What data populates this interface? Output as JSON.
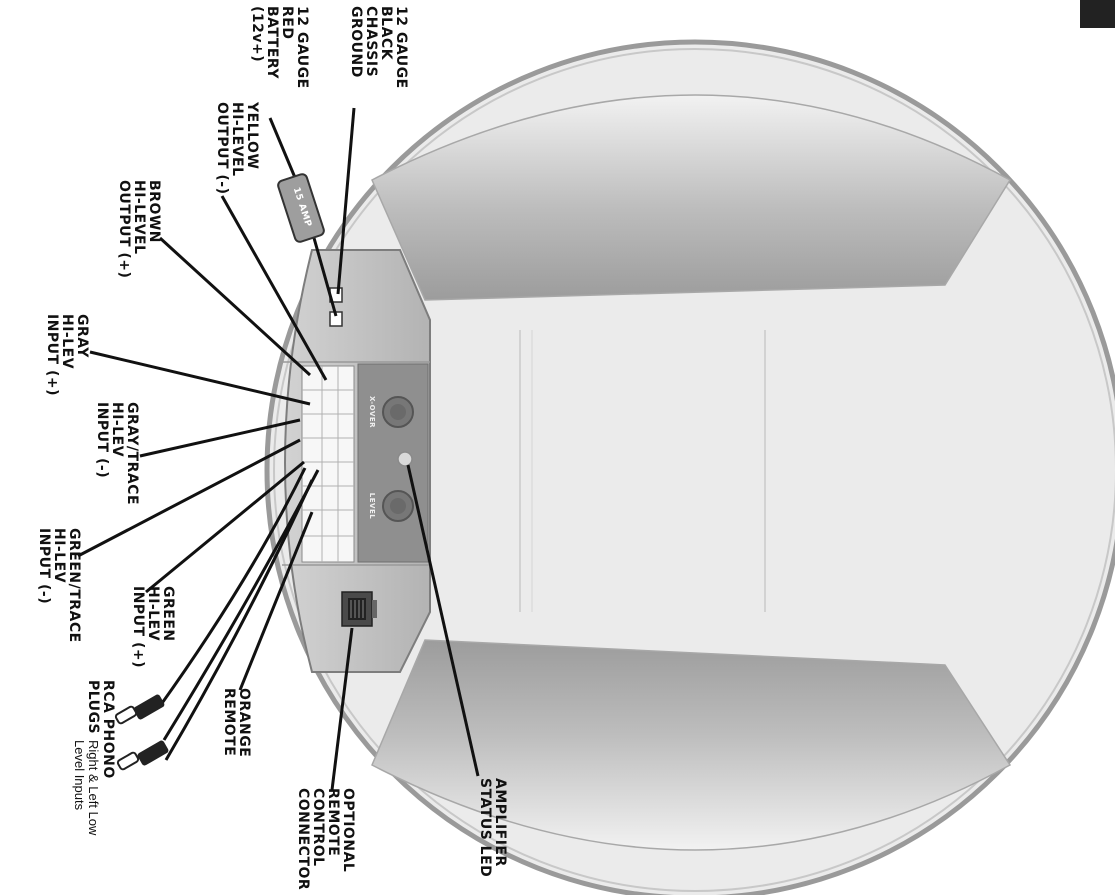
{
  "labels": {
    "ground": [
      "12 GAUGE",
      "BLACK",
      "CHASSIS",
      "GROUND"
    ],
    "battery": [
      "12 GAUGE",
      "RED",
      "BATTERY",
      "(12v+)"
    ],
    "fuse": "15 AMP",
    "yellow": [
      "YELLOW",
      "HI-LEVEL",
      "OUTPUT (-)"
    ],
    "brown": [
      "BROWN",
      "HI-LEVEL",
      "OUTPUT (+)"
    ],
    "gray": [
      "GRAY",
      "HI-LEV",
      "INPUT (+)"
    ],
    "gray_trace": [
      "GRAY/TRACE",
      "HI-LEV",
      "INPUT (-)"
    ],
    "green_trace": [
      "GREEN/TRACE",
      "HI-LEV",
      "INPUT (-)"
    ],
    "green": [
      "GREEN",
      "HI-LEV",
      "INPUT (+)"
    ],
    "rca": [
      "RCA PHONO",
      "PLUGS"
    ],
    "rca_sub": [
      "Right & Left Low",
      "Level Inputs"
    ],
    "orange": [
      "ORANGE",
      "REMOTE"
    ],
    "remote_connector": [
      "OPTIONAL",
      "REMOTE",
      "CONTROL",
      "CONNECTOR"
    ],
    "led": [
      "AMPLIFIER",
      "STATUS LED"
    ],
    "knob_top": "X-OVER",
    "knob_bottom": "LEVEL"
  },
  "colors": {
    "enclosure_rim": "#9a9a9a",
    "enclosure_fill": "#ececec",
    "panel": "#b9b9b9",
    "control_strip": "#8c8c8c",
    "wire": "#111111"
  }
}
